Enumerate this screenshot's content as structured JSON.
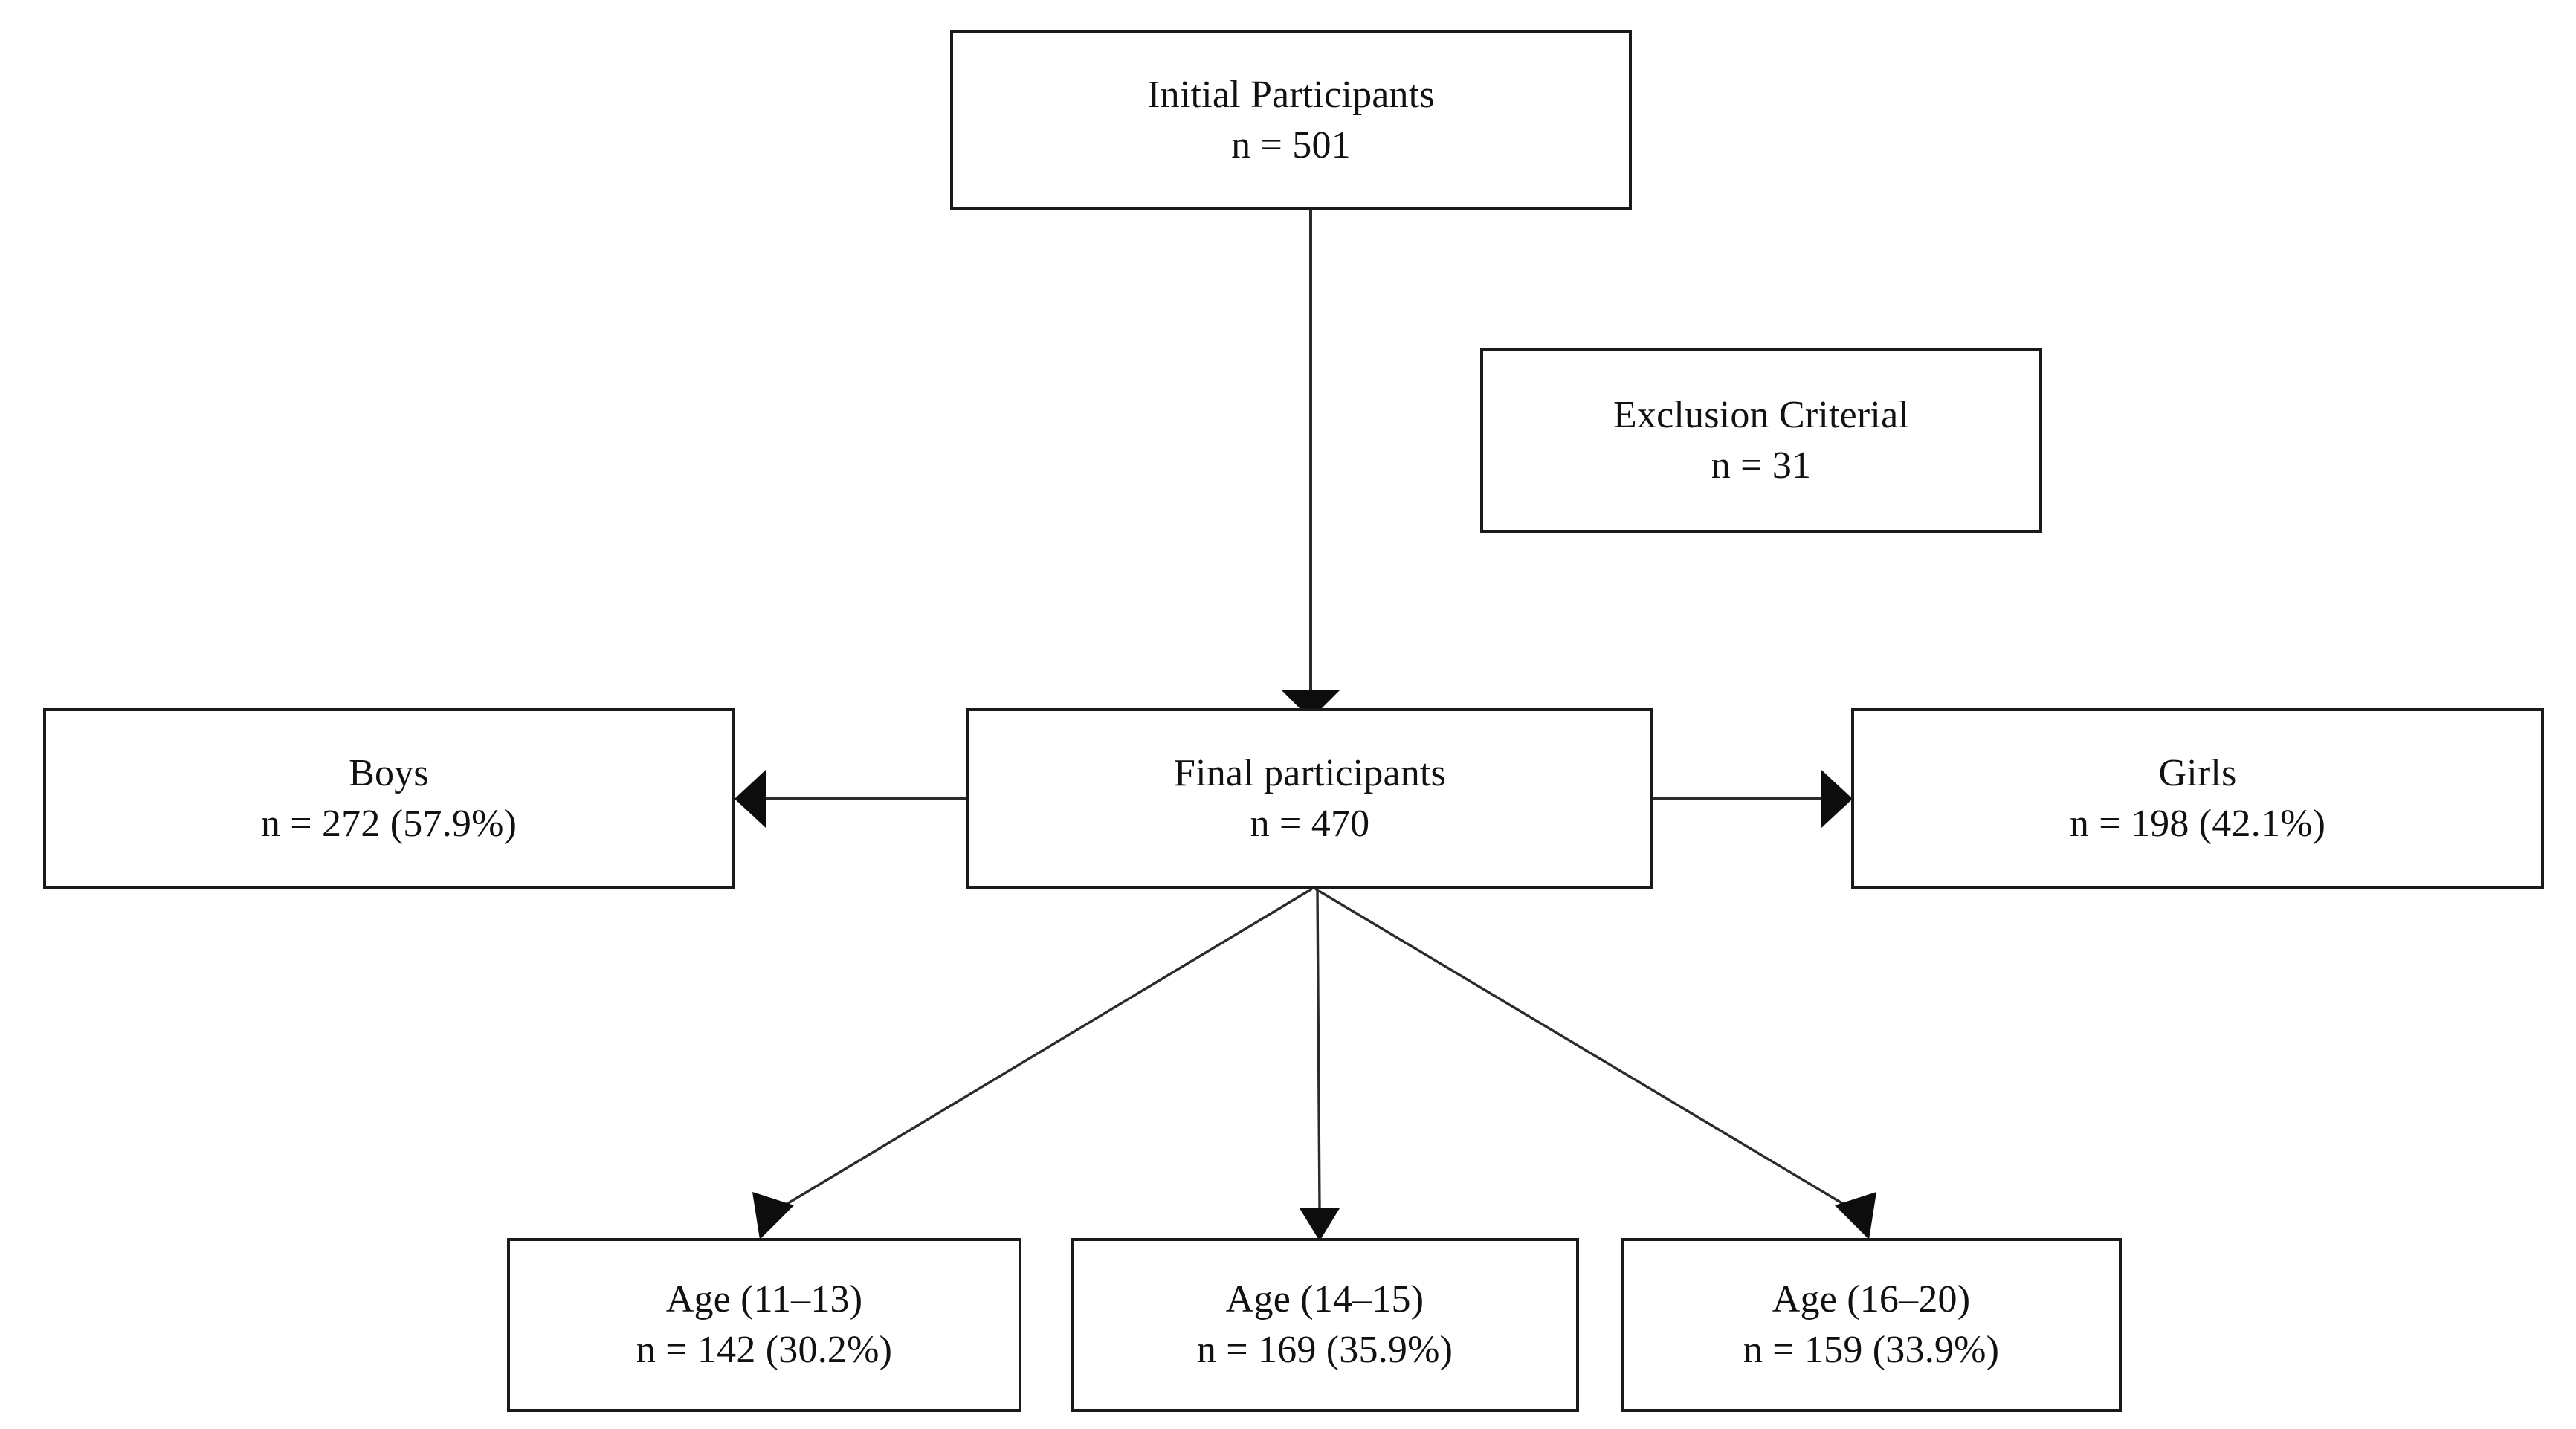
{
  "diagram": {
    "type": "flowchart",
    "title": "Participant flow diagram",
    "background_color": "#ffffff",
    "box_border_color": "#1a1a1a",
    "edge_color": "#2b2b2b",
    "text_color": "#111111"
  },
  "nodes": {
    "initial": {
      "line1": "Initial Participants",
      "line2": "n = 501",
      "count": 501
    },
    "exclusion": {
      "line1": "Exclusion Criterial",
      "line2": "n = 31",
      "count": 31
    },
    "final": {
      "line1": "Final participants",
      "line2": "n = 470",
      "count": 470
    },
    "boys": {
      "line1": "Boys",
      "line2": "n = 272 (57.9%)",
      "count": 272,
      "percent": 57.9
    },
    "girls": {
      "line1": "Girls",
      "line2": "n = 198 (42.1%)",
      "count": 198,
      "percent": 42.1
    },
    "age1": {
      "line1": "Age (11–13)",
      "line2": "n = 142 (30.2%)",
      "count": 142,
      "percent": 30.2
    },
    "age2": {
      "line1": "Age (14–15)",
      "line2": "n = 169 (35.9%)",
      "count": 169,
      "percent": 35.9
    },
    "age3": {
      "line1": "Age (16–20)",
      "line2": "n = 159 (33.9%)",
      "count": 159,
      "percent": 33.9
    }
  },
  "edges": [
    {
      "from": "initial",
      "to": "final",
      "direction": "down"
    },
    {
      "from": "final",
      "to": "boys",
      "direction": "left"
    },
    {
      "from": "final",
      "to": "girls",
      "direction": "right"
    },
    {
      "from": "final",
      "to": "age1",
      "direction": "down-left"
    },
    {
      "from": "final",
      "to": "age2",
      "direction": "down"
    },
    {
      "from": "final",
      "to": "age3",
      "direction": "down-right"
    }
  ]
}
